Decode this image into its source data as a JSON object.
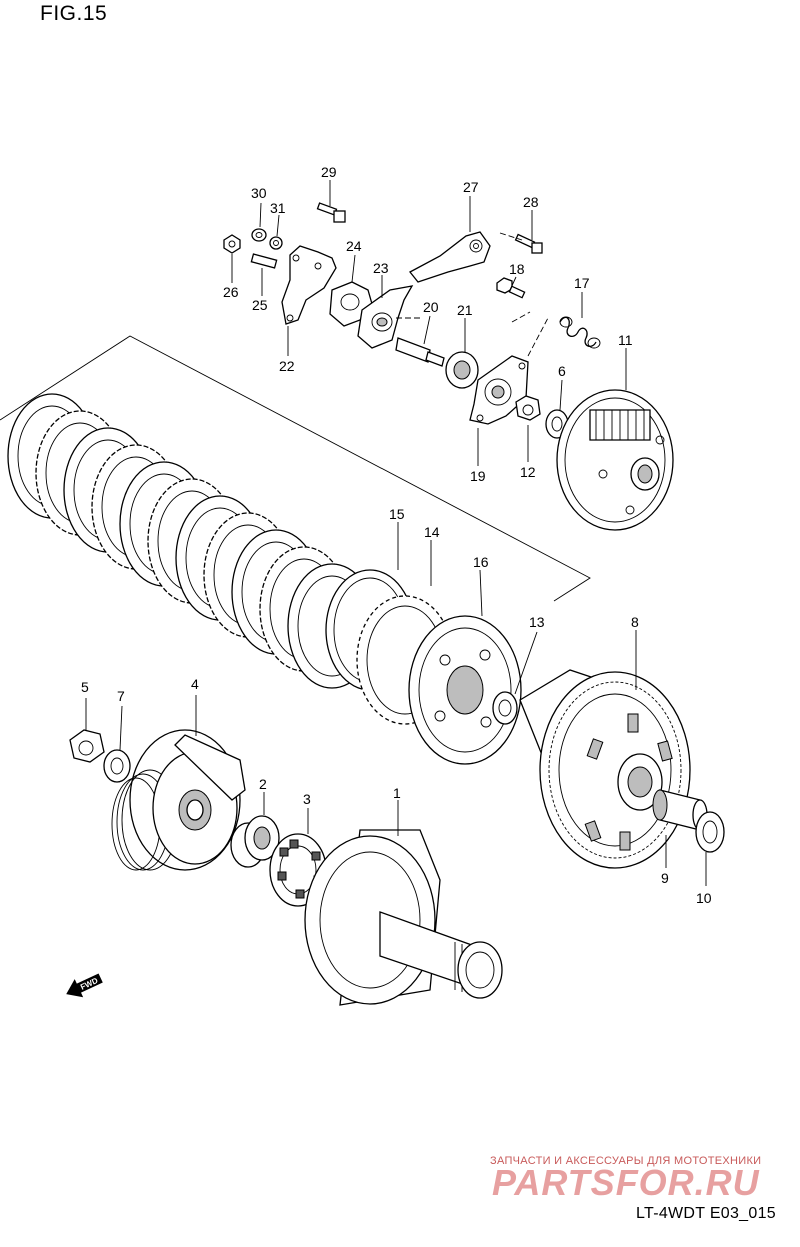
{
  "figure": {
    "title": "FIG.15",
    "model_code": "LT-4WDT E03_015"
  },
  "watermark": {
    "caption": "ЗАПЧАСТИ И АКСЕССУАРЫ ДЛЯ МОТОТЕХНИКИ",
    "logo": "PARTSFOR.RU",
    "color": "#e7a0a0"
  },
  "direction_marker": {
    "label": "FWD",
    "icon": "fwd-arrow-icon"
  },
  "callouts": [
    "1",
    "2",
    "3",
    "4",
    "5",
    "6",
    "7",
    "8",
    "9",
    "10",
    "11",
    "12",
    "13",
    "14",
    "15",
    "16",
    "17",
    "18",
    "19",
    "20",
    "21",
    "22",
    "23",
    "24",
    "25",
    "26",
    "27",
    "28",
    "29",
    "30",
    "31"
  ]
}
